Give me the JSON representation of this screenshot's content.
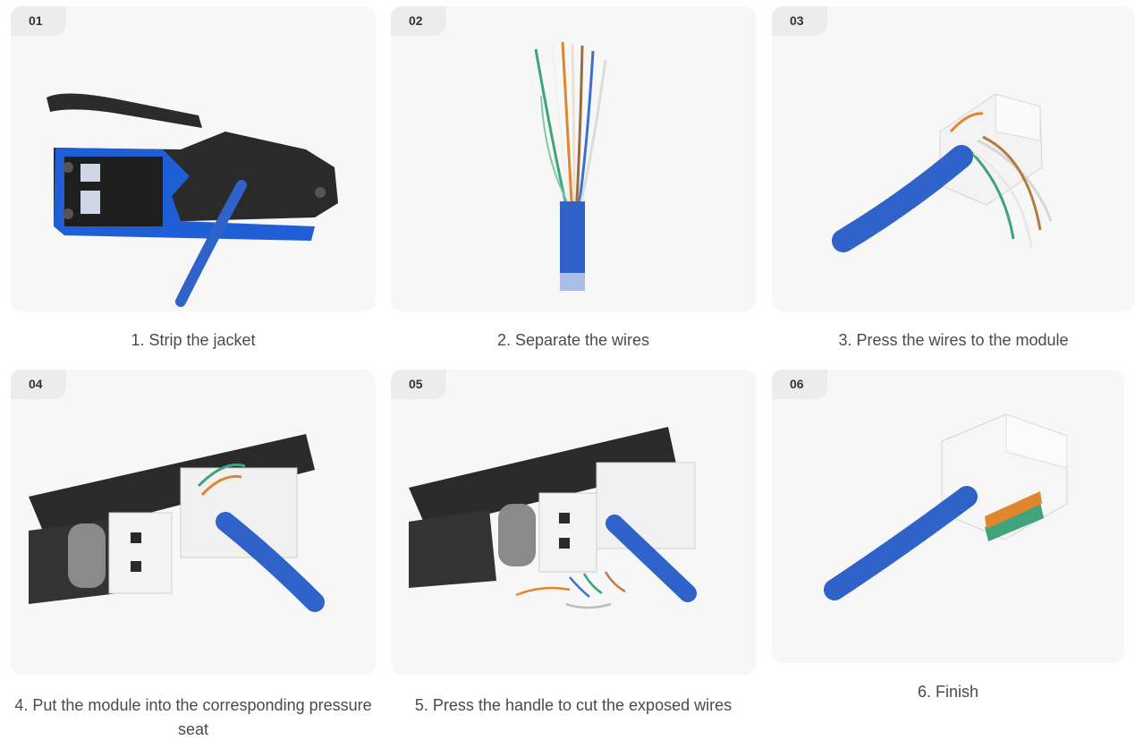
{
  "steps": [
    {
      "number": "01",
      "caption": "1. Strip the jacket"
    },
    {
      "number": "02",
      "caption": "2. Separate the wires"
    },
    {
      "number": "03",
      "caption": "3. Press the wires to the module"
    },
    {
      "number": "04",
      "caption": "4. Put the module into the corresponding pressure seat"
    },
    {
      "number": "05",
      "caption": "5. Press the handle to cut the exposed wires"
    },
    {
      "number": "06",
      "caption": "6. Finish"
    }
  ],
  "colors": {
    "card_bg": "#f7f7f7",
    "badge_bg": "#ececec",
    "cable_blue": "#2f63c9",
    "tool_black": "#2a2a2a",
    "tool_blue": "#1f5fd6",
    "module_white": "#f3f3f3"
  }
}
